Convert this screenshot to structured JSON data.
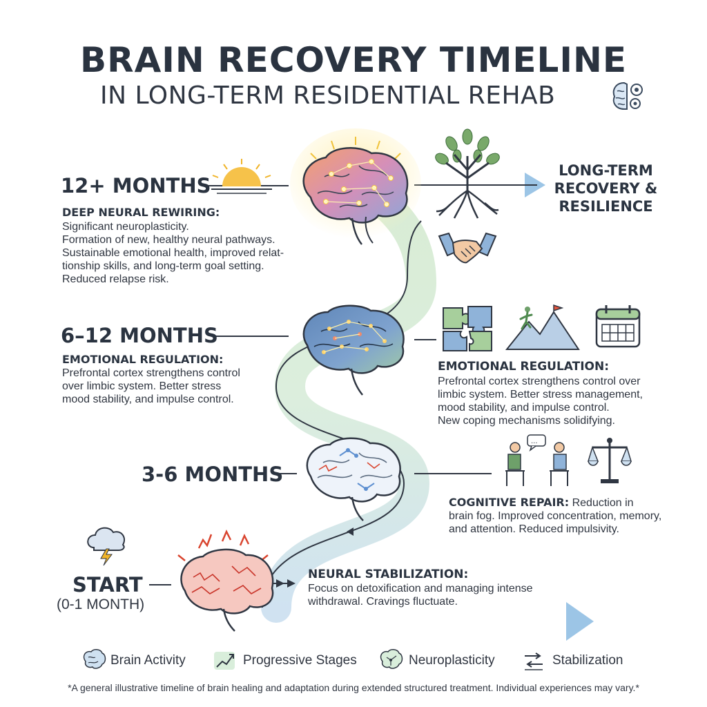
{
  "header": {
    "title": "BRAIN RECOVERY TIMELINE",
    "subtitle": "IN LONG-TERM RESIDENTIAL REHAB"
  },
  "stages": {
    "s12": {
      "label": "12+ MONTHS",
      "heading": "DEEP NEURAL REWIRING:",
      "lines": [
        "Significant neuroplasticity.",
        "Formation of new, healthy neural pathways.",
        "Sustainable emotional health, improved relat-",
        "tionship skills, and long-term goal setting.",
        "Reduced relapse risk."
      ]
    },
    "s6": {
      "label": "6–12 MONTHS",
      "heading": "EMOTIONAL REGULATION:",
      "lines": [
        "Prefrontal cortex strengthens control",
        "over limbic system. Better stress",
        "mood stability, and impulse control."
      ]
    },
    "s6right": {
      "heading": "EMOTIONAL REGULATION:",
      "lines": [
        "Prefrontal cortex strengthens control over",
        "limbic system. Better stress management,",
        "mood stability, and impulse control.",
        "New coping mechanisms solidifying."
      ]
    },
    "s3": {
      "label": "3-6 MONTHS",
      "heading": "COGNITIVE REPAIR:",
      "text_first": "Reduction in",
      "lines": [
        "brain fog. Improved concentration, memory,",
        "and attention. Reduced impulsivity."
      ]
    },
    "start": {
      "label": "START",
      "sublabel": "(0-1 MONTH)",
      "heading": "NEURAL STABILIZATION:",
      "lines": [
        "Focus on detoxification and managing intense",
        "withdrawal. Cravings fluctuate."
      ]
    }
  },
  "outcome": {
    "lines": [
      "LONG-TERM",
      "RECOVERY &",
      "RESILIENCE"
    ]
  },
  "legend": {
    "items": [
      {
        "label": "Brain Activity",
        "icon": "brain-icon"
      },
      {
        "label": "Progressive Stages",
        "icon": "arrow-trend-icon"
      },
      {
        "label": "Neuroplasticity",
        "icon": "neuron-brain-icon"
      },
      {
        "label": "Stabilization",
        "icon": "balance-arrows-icon"
      }
    ]
  },
  "footnote": "*A general illustrative timeline of brain healing and adaptation during extended structured treatment. Individual experiences may vary.*",
  "colors": {
    "heading": "#2a3340",
    "path_blue": "#a9cbe6",
    "path_green": "#b9ddb2",
    "warm_brain": "#f0a77f",
    "cool_brain": "#8fb1d8",
    "stress_red": "#d9452f"
  }
}
